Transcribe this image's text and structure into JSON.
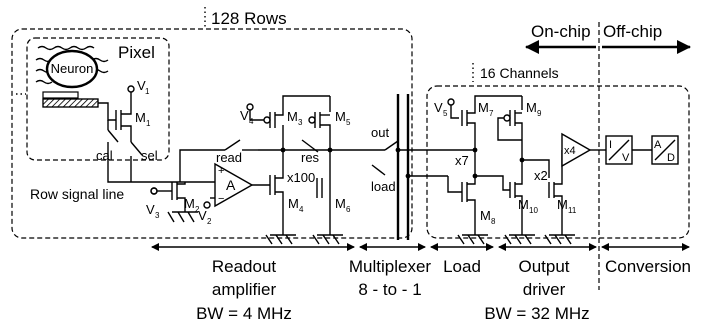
{
  "rows_label": "128 Rows",
  "channels_label": "16 Channels",
  "on_chip": "On-chip",
  "off_chip": "Off-chip",
  "pixel": {
    "title": "Pixel",
    "neuron": "Neuron",
    "v1": "V",
    "v1_sub": "1",
    "m1": "M",
    "m1_sub": "1",
    "cal": "cal",
    "sel": "sel"
  },
  "readout": {
    "read": "read",
    "v4": "V",
    "v4_sub": "4",
    "m3": "M",
    "m3_sub": "3",
    "m5": "M",
    "m5_sub": "5",
    "res": "res",
    "x100": "x100",
    "amp": "A",
    "m2": "M",
    "m2_sub": "2",
    "m4": "M",
    "m4_sub": "4",
    "m6": "M",
    "m6_sub": "6",
    "v3": "V",
    "v3_sub": "3",
    "v2": "V",
    "v2_sub": "2",
    "row_signal_line": "Row signal line"
  },
  "mux": {
    "out": "out",
    "load": "load"
  },
  "driver": {
    "v5": "V",
    "v5_sub": "5",
    "m7": "M",
    "m7_sub": "7",
    "m9": "M",
    "m9_sub": "9",
    "x7": "x7",
    "x2": "x2",
    "x4": "x4",
    "m8": "M",
    "m8_sub": "8",
    "m10": "M",
    "m10_sub": "10",
    "m11": "M",
    "m11_sub": "11"
  },
  "converters": {
    "iv_top": "I",
    "iv_bottom": "V",
    "ad_top": "A",
    "ad_bottom": "D"
  },
  "sections": {
    "readout_1": "Readout",
    "readout_2": "amplifier",
    "readout_bw": "BW = 4 MHz",
    "mux_1": "Multiplexer",
    "mux_2": "8 - to - 1",
    "load": "Load",
    "output_1": "Output",
    "output_2": "driver",
    "output_bw": "BW = 32 MHz",
    "conversion": "Conversion"
  }
}
